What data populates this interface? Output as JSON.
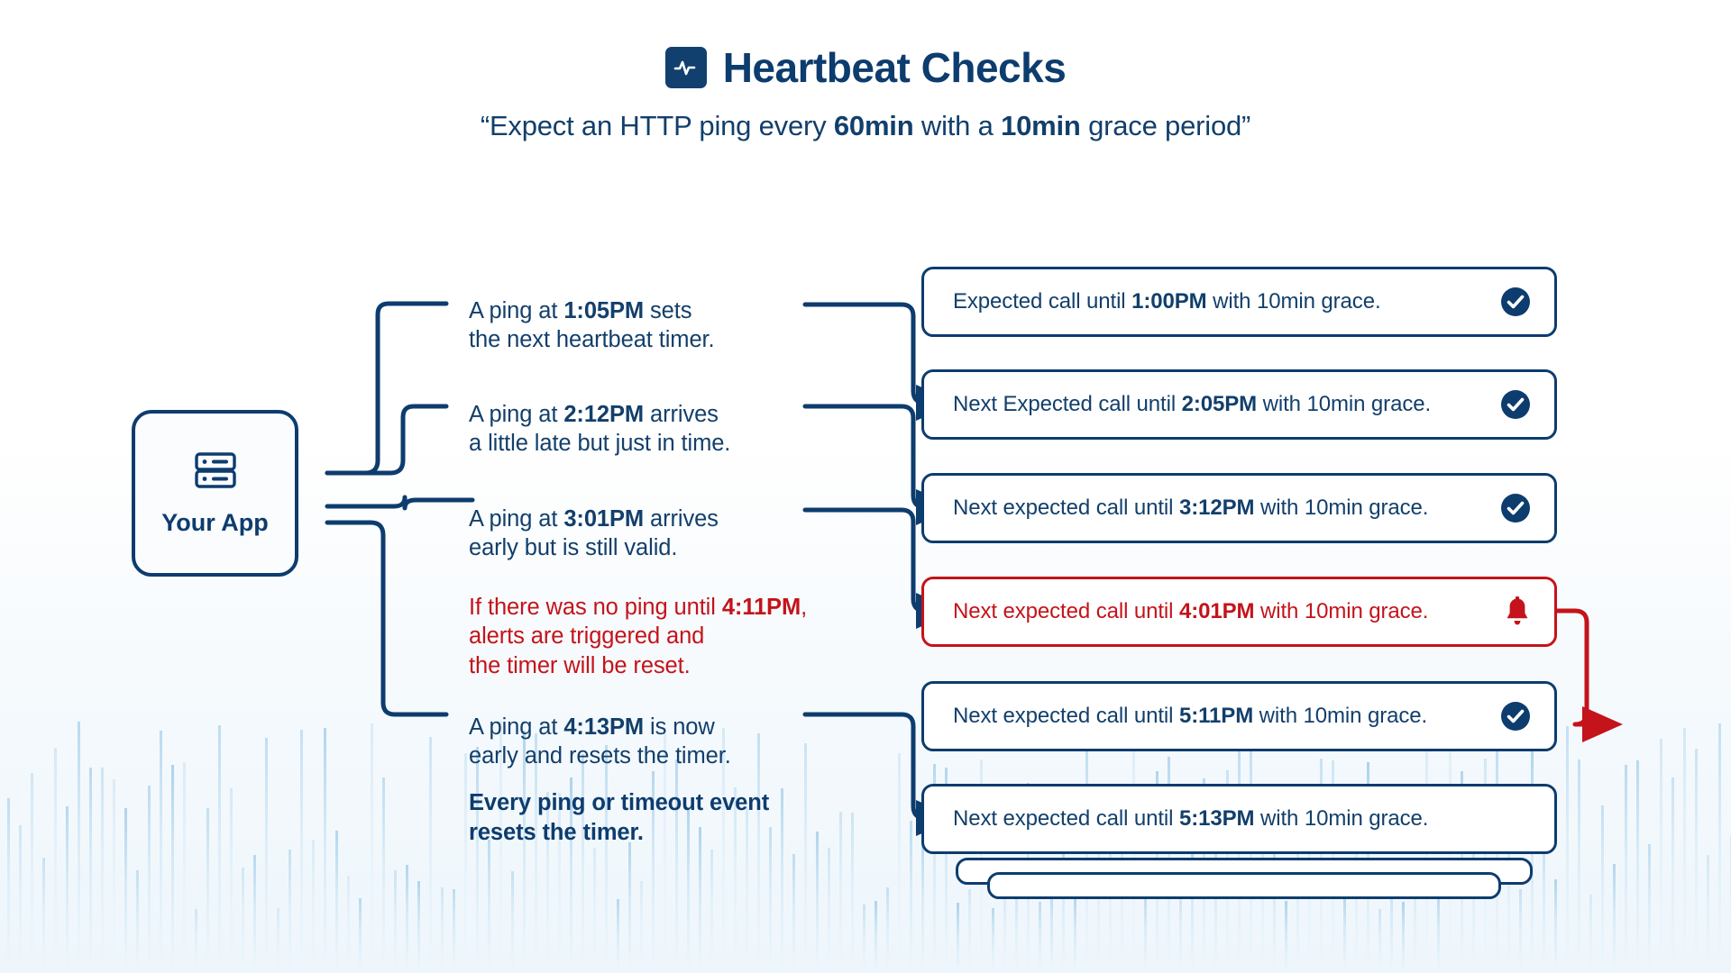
{
  "header": {
    "logo_icon": "heartbeat-pulse-icon",
    "title": "Heartbeat Checks",
    "subtitle_prefix": "“Expect an HTTP ping every ",
    "subtitle_period": "60min",
    "subtitle_middle": " with a ",
    "subtitle_grace": "10min",
    "subtitle_suffix": " grace period”"
  },
  "app_node": {
    "icon": "server-rack-icon",
    "label": "Your App"
  },
  "steps": [
    {
      "id": "step-1-05pm",
      "prefix": "A ping at ",
      "time": "1:05PM",
      "suffix": " sets\nthe next heartbeat timer.",
      "tone": "normal"
    },
    {
      "id": "step-2-12pm",
      "prefix": "A ping at ",
      "time": "2:12PM",
      "suffix": " arrives\na little late but just in time.",
      "tone": "normal"
    },
    {
      "id": "step-3-01pm",
      "prefix": " A ping at ",
      "time": "3:01PM",
      "suffix": " arrives\n early but is still valid.",
      "tone": "normal"
    },
    {
      "id": "step-4-11pm-alert",
      "prefix": "If there was no ping until ",
      "time": "4:11PM",
      "suffix": ",\nalerts are triggered and\nthe timer will be reset.",
      "tone": "alert"
    },
    {
      "id": "step-4-13pm",
      "prefix": "A ping at ",
      "time": "4:13PM",
      "suffix": " is now\nearly and resets the timer.",
      "tone": "normal"
    },
    {
      "id": "step-summary",
      "prefix": "",
      "time": "",
      "suffix": "Every ping or timeout event\nresets the timer.",
      "tone": "summary"
    }
  ],
  "cards": [
    {
      "id": "card-1-00pm",
      "prefix": "Expected call until ",
      "time": "1:00PM",
      "suffix": " with 10min grace.",
      "status": "check",
      "status_icon": "check-circle-icon",
      "tone": "ok"
    },
    {
      "id": "card-2-05pm",
      "prefix": "Next Expected call until ",
      "time": "2:05PM",
      "suffix": " with 10min grace.",
      "status": "check",
      "status_icon": "check-circle-icon",
      "tone": "ok"
    },
    {
      "id": "card-3-12pm",
      "prefix": "Next expected call until ",
      "time": "3:12PM",
      "suffix": " with 10min grace.",
      "status": "check",
      "status_icon": "check-circle-icon",
      "tone": "ok"
    },
    {
      "id": "card-4-01pm",
      "prefix": "Next expected call until ",
      "time": "4:01PM",
      "suffix": " with 10min grace.",
      "status": "alert",
      "status_icon": "bell-alert-icon",
      "tone": "alert"
    },
    {
      "id": "card-5-11pm",
      "prefix": "Next expected call until ",
      "time": "5:11PM",
      "suffix": " with 10min grace.",
      "status": "check",
      "status_icon": "check-circle-icon",
      "tone": "ok"
    },
    {
      "id": "card-5-13pm",
      "prefix": "Next expected call until ",
      "time": "5:13PM",
      "suffix": " with 10min grace.",
      "status": "none",
      "status_icon": "",
      "tone": "ok"
    }
  ],
  "colors": {
    "brand_dark_blue": "#0d3c6e",
    "text_blue": "#123f6b",
    "alert_red": "#c4131a",
    "card_white": "#ffffff",
    "background_tint": "#eef6fc",
    "bar_blue": "#9ecbe8"
  }
}
